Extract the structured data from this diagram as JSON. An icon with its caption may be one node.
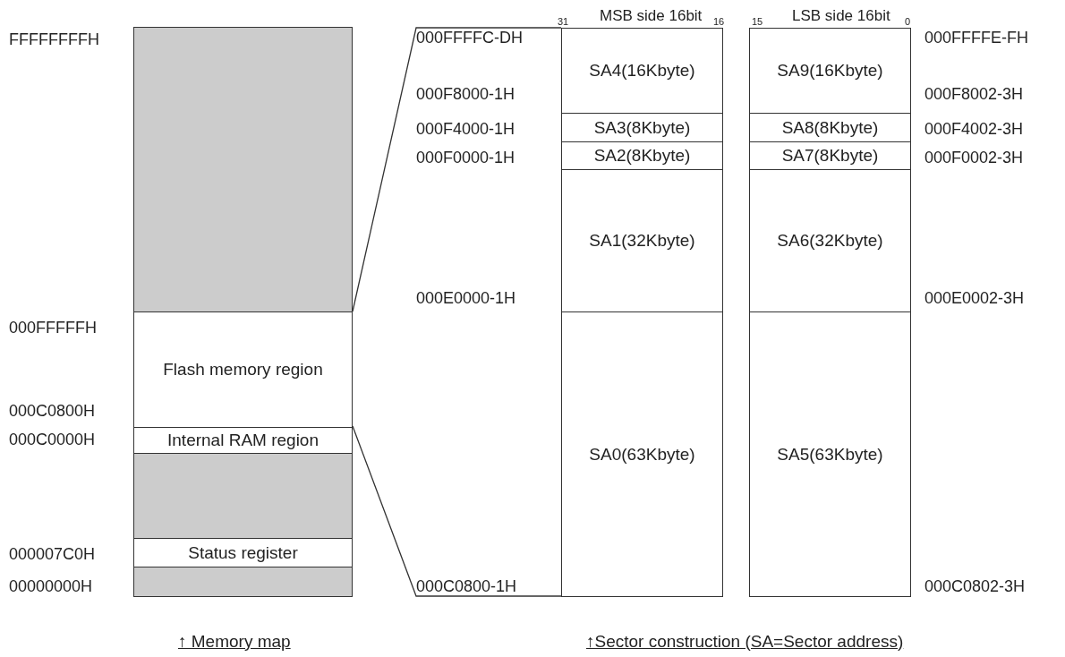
{
  "diagram": {
    "nodes": [
      {
        "text": [],
        "shape": "box"
      },
      {
        "text": [
          "Flash memory region"
        ]
      },
      {
        "text": [
          "Internal RAM region"
        ]
      },
      {
        "text": [],
        "shape": "box"
      },
      {
        "text": [
          "Status register"
        ]
      },
      {
        "text": [],
        "shape": "box"
      },
      {
        "text": [
          "SA4(16Kbyte)"
        ]
      },
      {
        "text": [
          "SA3(8Kbyte)"
        ]
      },
      {
        "text": [
          "SA2(8Kbyte)"
        ]
      },
      {
        "text": [
          "SA1(32Kbyte)"
        ]
      },
      {
        "text": [
          "SA0(63Kbyte)"
        ]
      },
      {
        "text": [
          "SA9(16Kbyte)"
        ]
      },
      {
        "text": [
          "SA8(8Kbyte)"
        ]
      },
      {
        "text": [
          "SA7(8Kbyte)"
        ]
      },
      {
        "text": [
          "SA6(32Kbyte)"
        ]
      },
      {
        "text": [
          "SA5(63Kbyte)"
        ]
      }
    ],
    "edges": [
      {
        "from": 1,
        "to": 6,
        "arrow": "none"
      },
      {
        "from": 1,
        "to": 10,
        "arrow": "none"
      }
    ],
    "labels": [
      "31",
      "MSB side 16bit",
      "16",
      "15",
      "LSB side 16bit",
      "0",
      "FFFFFFFFH",
      "000FFFFFH",
      "000C0800H",
      "000C0000H",
      "000007C0H",
      "00000000H",
      "000FFFFC-DH",
      "000F8000-1H",
      "000F4000-1H",
      "000F0000-1H",
      "000E0000-1H",
      "000C0800-1H",
      "000FFFFE-FH",
      "000F8002-3H",
      "000F4002-3H",
      "000F0002-3H",
      "000E0002-3H",
      "000C0802-3H",
      "↑ Memory map",
      "↑Sector construction (SA=Sector address)"
    ]
  }
}
